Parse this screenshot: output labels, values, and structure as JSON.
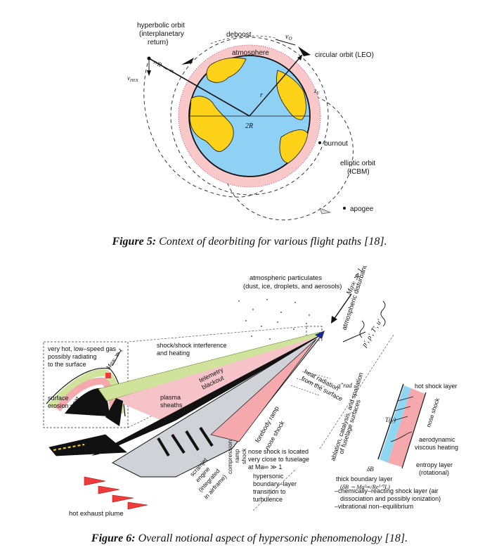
{
  "figure5": {
    "labels": {
      "hyperbolic_l1": "hyperbolic orbit",
      "hyperbolic_l2": "(interplanetary",
      "hyperbolic_l3": "return)",
      "deboost": "deboost",
      "v0": "v",
      "v0_sub": "O",
      "circular": "circular orbit (LEO)",
      "atmosphere": "atmosphere",
      "vhex": "v",
      "vhex_sub": "HEX",
      "r_over_r": "r/R → ∞",
      "r": "r",
      "ze": "z",
      "ze_sub": "E",
      "two_r": "2R",
      "burnout": "burnout",
      "elliptic_l1": "elliptic orbit",
      "elliptic_l2": "(ICBM)",
      "apogee": "apogee"
    },
    "caption_num": "Figure 5:",
    "caption_text": " Context of deorbiting for various flight paths [18]."
  },
  "figure6": {
    "labels": {
      "particulates_l1": "atmospheric particulates",
      "particulates_l2": "(dust, ice, droplets, and aerosols)",
      "ma_top": "Ma∞ ≫ 1",
      "atm_dist": "atmospheric disturbances",
      "p_rho": "p′, ρ′, T′, u′",
      "veryhot_l1": "very hot, low–speed gas",
      "veryhot_l2": "possibly radiating",
      "veryhot_l3": "to the surface",
      "ma_inset": "Ma∞ ≫ 1",
      "surface_l1": "surface",
      "surface_l2": "erosion",
      "heat": "heat",
      "shock_int_l1": "shock/shock interference",
      "shock_int_l2": "and heating",
      "telemetry_l1": "telemetry",
      "telemetry_l2": "blackout",
      "heat_rad_l1": "heat radiation",
      "heat_rad_l2": "from the surface",
      "q_rad": "q″rad",
      "plasma_l1": "plasma",
      "plasma_l2": "sheaths",
      "ablation_l1": "ablation, catalysis, and spallation",
      "ablation_l2": "of fuselage surfaces",
      "hot_shock": "hot shock layer",
      "nose_shock_r": "nose shock",
      "tw": "T(y)",
      "aero_l1": "aerodynamic",
      "aero_l2": "viscous heating",
      "forebody_ramp": "forebody ramp",
      "nose_shock": "nose shock",
      "nose_loc_l1": "nose shock is located",
      "nose_loc_l2": "very close to fuselage",
      "nose_loc_l3": "at  Ma∞ ≫ 1",
      "delta_b": "δB",
      "entropy_l1": "entropy layer",
      "entropy_l2": "(rotational)",
      "thick_l1": "thick boundary layer",
      "thick_l2": "(δB ∼ Ma²∞/Re¹ᐟ²L)",
      "comp_l1": "compression",
      "comp_l2": "ramp",
      "comp_l3": "shock",
      "hyp_l1": "hypersonic",
      "hyp_l2": "boundary–layer",
      "hyp_l3": "transition to",
      "hyp_l4": "turbulence",
      "scram_l1": "scramjet",
      "scram_l2": "engine",
      "scram_l3": "(integrated",
      "scram_l4": "in airframe)",
      "chem_l1": "–chemically–reacting shock layer (air",
      "chem_l2": "dissociation and possibly ionization)",
      "chem_l3": "–vibrational non–equilibrium",
      "exhaust": "hot exhaust plume"
    },
    "caption_num": "Figure 6:",
    "caption_text": " Overall notional aspect of hypersonic phenomenology [18]."
  },
  "colors": {
    "earth_water": "#8fd0f5",
    "earth_land": "#ffd21a",
    "atmosphere": "#f9c9c9",
    "hot_layer": "#f6a9ad",
    "plasma": "#cfe39a",
    "boundary_blue": "#8fd6f3",
    "exhaust": "#ee3b3b",
    "nose": "#1a2b8c"
  }
}
